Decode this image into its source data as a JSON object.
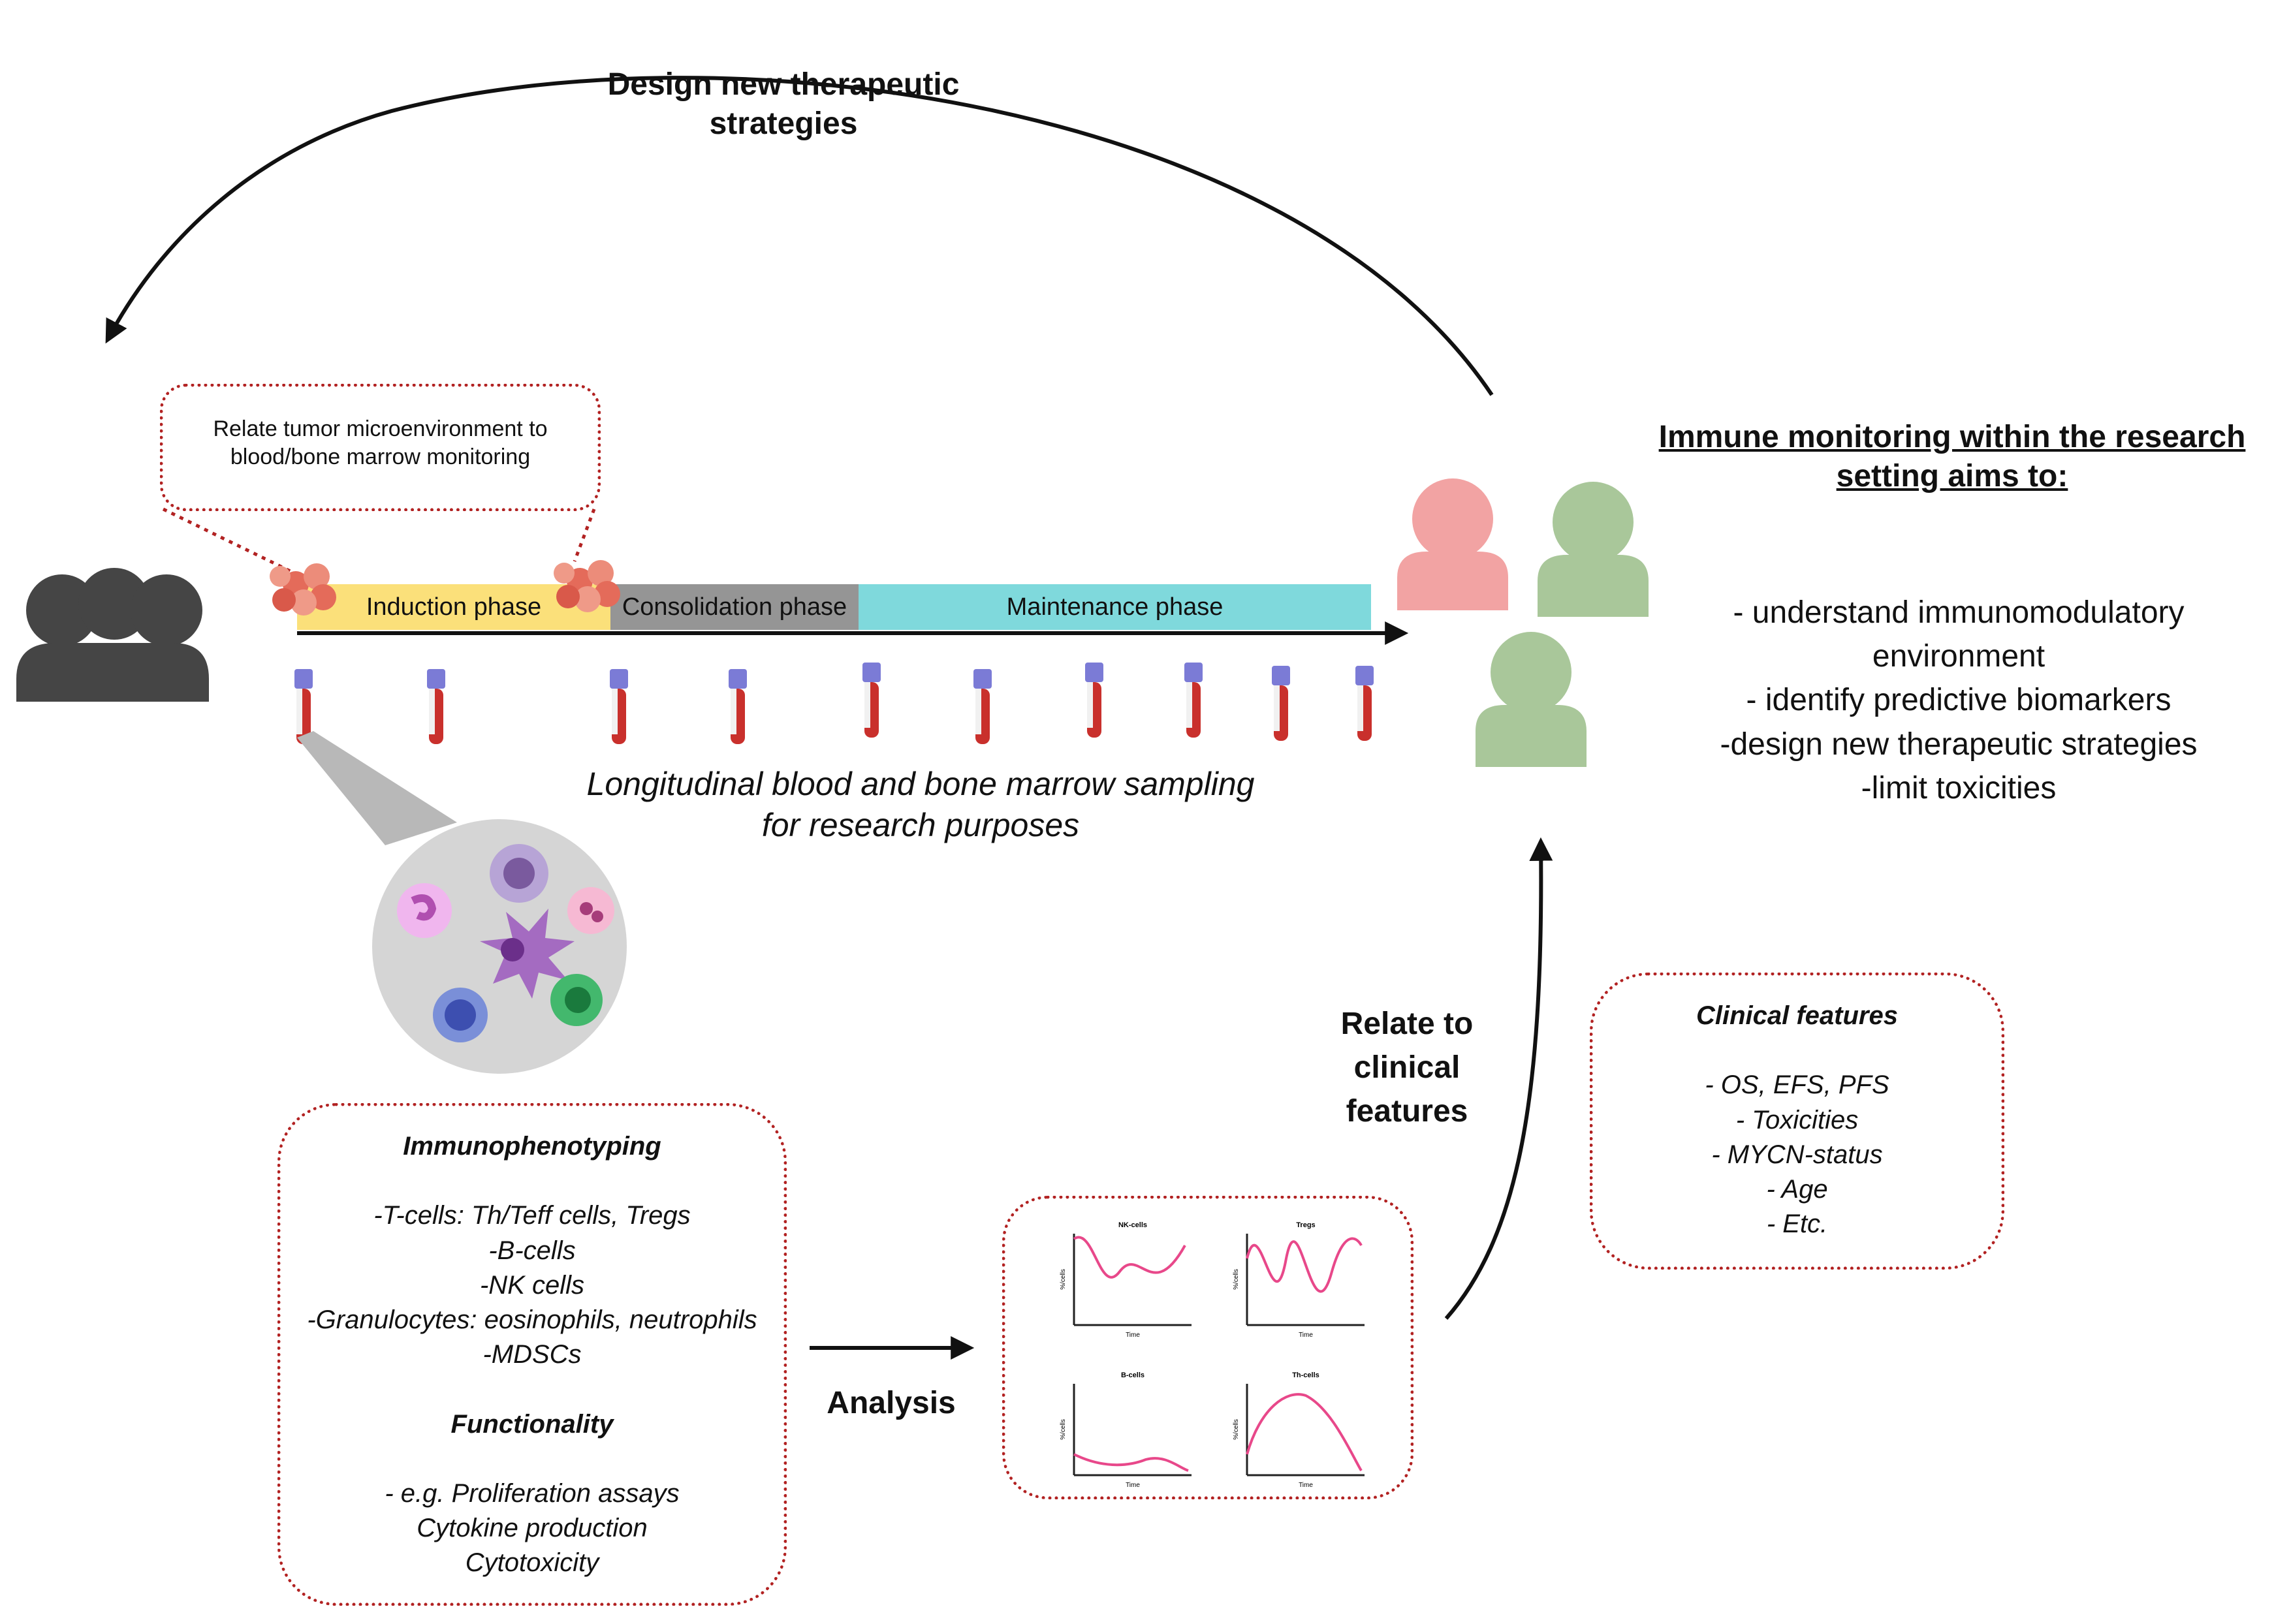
{
  "header": {
    "feedback_title": "Design new therapeutic strategies"
  },
  "callout": {
    "text_line1": "Relate tumor microenvironment to",
    "text_line2": "blood/bone marrow monitoring"
  },
  "timeline": {
    "phases": [
      {
        "label": "Induction phase",
        "color": "#fbe07a"
      },
      {
        "label": "Consolidation phase",
        "color": "#959595"
      },
      {
        "label": "Maintenance phase",
        "color": "#7fd9dc"
      }
    ],
    "sampling_line1": "Longitudinal blood and bone marrow sampling",
    "sampling_line2": "for research purposes"
  },
  "aims": {
    "title_line1": "Immune monitoring within the research",
    "title_line2": "setting aims to:",
    "items": [
      "- understand immunomodulatory",
      "environment",
      "- identify predictive biomarkers",
      "-design new therapeutic strategies",
      "-limit toxicities"
    ]
  },
  "immuno_box": {
    "heading": "Immunophenotyping",
    "items": [
      "-T-cells: Th/Teff cells, Tregs",
      "-B-cells",
      "-NK cells",
      "-Granulocytes: eosinophils, neutrophils",
      "-MDSCs"
    ],
    "func_heading": "Functionality",
    "func_items": [
      "- e.g. Proliferation assays",
      "Cytokine production",
      "Cytotoxicity"
    ]
  },
  "analysis_label": "Analysis",
  "relate_label": {
    "line1": "Relate to",
    "line2": "clinical",
    "line3": "features"
  },
  "clinical_box": {
    "heading": "Clinical features",
    "items": [
      "- OS, EFS, PFS",
      "- Toxicities",
      "- MYCN-status",
      "- Age",
      "- Etc."
    ]
  },
  "mini_charts": [
    {
      "title": "NK-cells",
      "ylabel": "%/cells",
      "xlabel": "Time"
    },
    {
      "title": "Tregs",
      "ylabel": "%/cells",
      "xlabel": "Time"
    },
    {
      "title": "B-cells",
      "ylabel": "%/cells",
      "xlabel": "Time"
    },
    {
      "title": "Th-cells",
      "ylabel": "%/cells",
      "xlabel": "Time"
    }
  ],
  "colors": {
    "patient_dark": "#454545",
    "person_pink": "#f2a3a3",
    "person_green": "#a9c79a",
    "dotted_border": "#b22222",
    "curve_pink": "#e8488a",
    "tube_red": "#c9302c",
    "tube_cap": "#7b7bd6"
  }
}
